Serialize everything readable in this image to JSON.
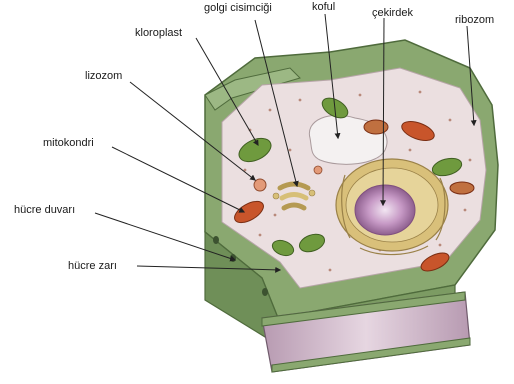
{
  "labels": {
    "golgi": "golgi cisimciği",
    "koful": "koful",
    "cekirdek": "çekirdek",
    "kloroplast": "kloroplast",
    "ribozom": "ribozom",
    "lizozom": "lizozom",
    "mitokondri": "mitokondri",
    "hucre_duvari": "hücre duvarı",
    "hucre_zari": "hücre zarı"
  },
  "colors": {
    "wall_green": "#8aa870",
    "wall_dark": "#5f7f4a",
    "cytoplasm": "#ebdfe0",
    "vacuole": "#f2efef",
    "nucleus_outer": "#d9c07a",
    "nucleus_inner": "#b37ab2",
    "chloroplast": "#6f9a3e",
    "mitochondria": "#c8552b",
    "golgi": "#d7bf77",
    "cut_face": "#c9b2c4"
  }
}
